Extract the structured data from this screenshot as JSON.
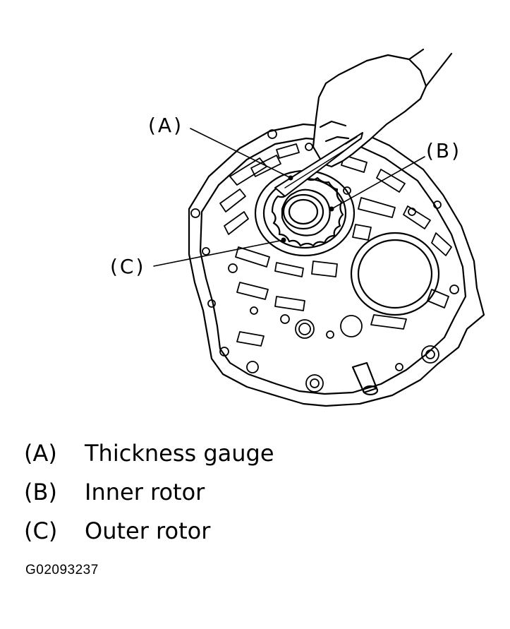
{
  "callouts": {
    "a": "(A)",
    "b": "(B)",
    "c": "(C)"
  },
  "legend": [
    {
      "key": "(A)",
      "text": "Thickness gauge"
    },
    {
      "key": "(B)",
      "text": "Inner rotor"
    },
    {
      "key": "(C)",
      "text": "Outer rotor"
    }
  ],
  "figure_code": "G02093237"
}
